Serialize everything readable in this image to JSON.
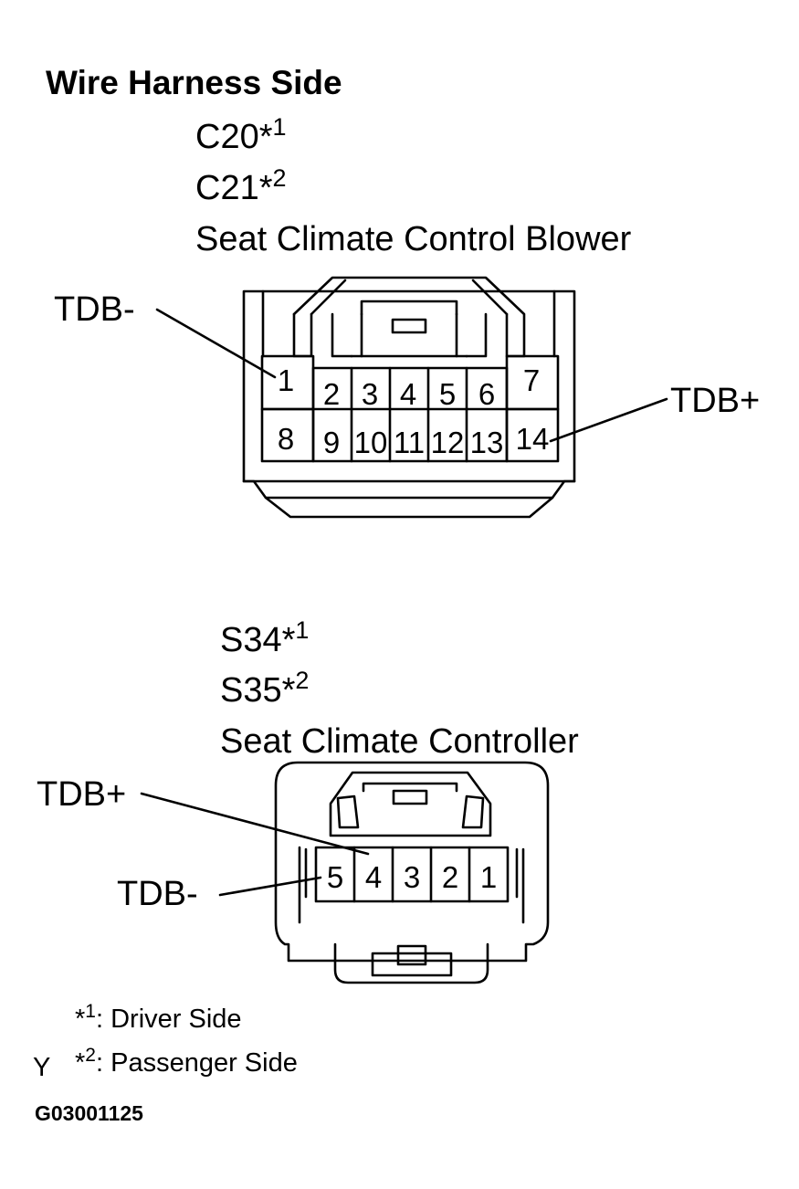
{
  "heading": "Wire Harness Side",
  "connector_1": {
    "codes": [
      {
        "code": "C20",
        "mark": "*",
        "note": "1"
      },
      {
        "code": "C21",
        "mark": "*",
        "note": "2"
      }
    ],
    "name": "Seat Climate Control Blower",
    "pins_top": [
      "1",
      "2",
      "3",
      "4",
      "5",
      "6",
      "7"
    ],
    "pins_bottom": [
      "8",
      "9",
      "10",
      "11",
      "12",
      "13",
      "14"
    ],
    "callout_left": "TDB-",
    "callout_right": "TDB+"
  },
  "connector_2": {
    "codes": [
      {
        "code": "S34",
        "mark": "*",
        "note": "1"
      },
      {
        "code": "S35",
        "mark": "*",
        "note": "2"
      }
    ],
    "name": "Seat Climate Controller",
    "pins": [
      "5",
      "4",
      "3",
      "2",
      "1"
    ],
    "callout_top": "TDB+",
    "callout_bottom": "TDB-"
  },
  "footnotes": [
    {
      "mark": "*",
      "note": "1",
      "text": ": Driver Side"
    },
    {
      "mark": "*",
      "note": "2",
      "text": ": Passenger Side"
    }
  ],
  "marker": "Y",
  "figure_code": "G03001125"
}
